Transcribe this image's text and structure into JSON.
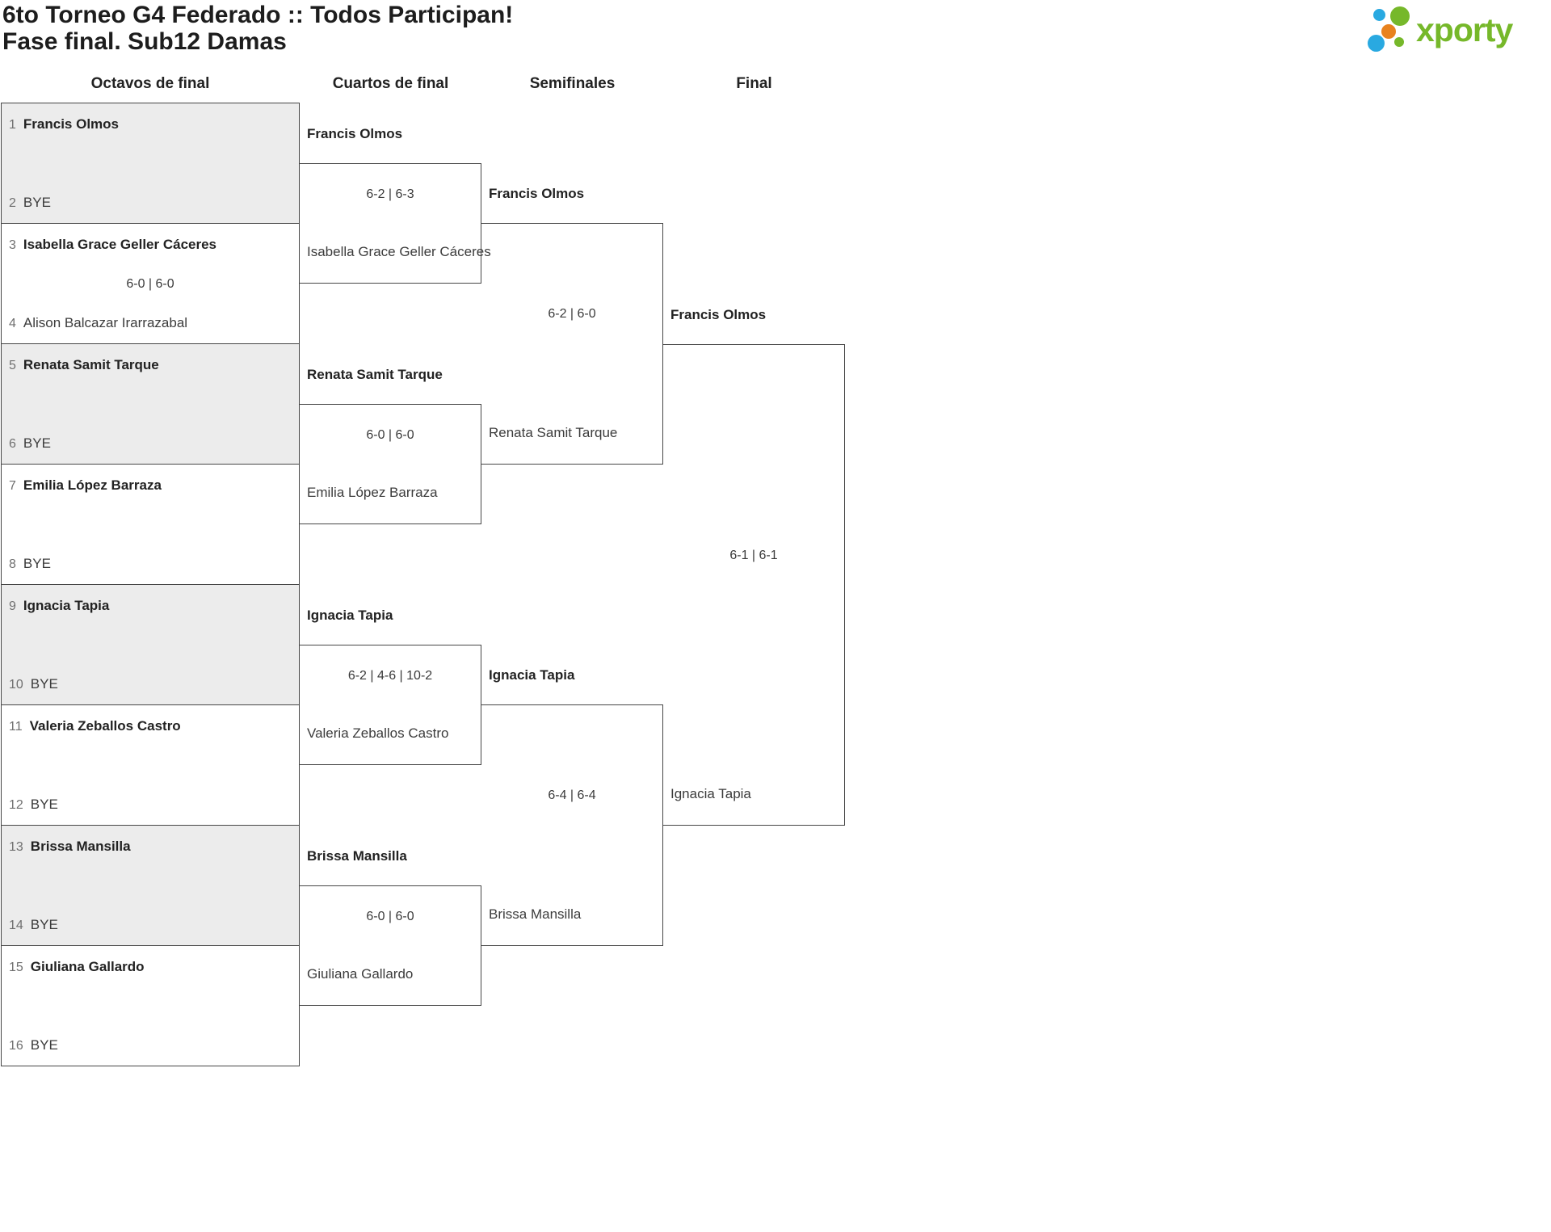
{
  "header": {
    "title_line1": "6to Torneo G4 Federado :: Todos Participan!",
    "title_line2": "Fase final. Sub12 Damas",
    "logo_text": "xporty"
  },
  "round_headers": [
    "Octavos de final",
    "Cuartos de final",
    "Semifinales",
    "Final"
  ],
  "colors": {
    "logo_green": "#76b82a",
    "logo_blue": "#29a9e1",
    "logo_orange": "#e8821e",
    "match_shade": "#ececec",
    "border": "#464646"
  },
  "r16": [
    {
      "top": {
        "seed": "1",
        "name": "Francis Olmos",
        "winner": true
      },
      "bottom": {
        "seed": "2",
        "name": "BYE",
        "winner": false
      },
      "score": ""
    },
    {
      "top": {
        "seed": "3",
        "name": "Isabella Grace Geller Cáceres",
        "winner": true
      },
      "bottom": {
        "seed": "4",
        "name": "Alison Balcazar Irarrazabal",
        "winner": false
      },
      "score": "6-0 | 6-0"
    },
    {
      "top": {
        "seed": "5",
        "name": "Renata Samit Tarque",
        "winner": true
      },
      "bottom": {
        "seed": "6",
        "name": "BYE",
        "winner": false
      },
      "score": ""
    },
    {
      "top": {
        "seed": "7",
        "name": "Emilia López Barraza",
        "winner": true
      },
      "bottom": {
        "seed": "8",
        "name": "BYE",
        "winner": false
      },
      "score": ""
    },
    {
      "top": {
        "seed": "9",
        "name": "Ignacia Tapia",
        "winner": true
      },
      "bottom": {
        "seed": "10",
        "name": "BYE",
        "winner": false
      },
      "score": ""
    },
    {
      "top": {
        "seed": "11",
        "name": "Valeria Zeballos Castro",
        "winner": true
      },
      "bottom": {
        "seed": "12",
        "name": "BYE",
        "winner": false
      },
      "score": ""
    },
    {
      "top": {
        "seed": "13",
        "name": "Brissa Mansilla",
        "winner": true
      },
      "bottom": {
        "seed": "14",
        "name": "BYE",
        "winner": false
      },
      "score": ""
    },
    {
      "top": {
        "seed": "15",
        "name": "Giuliana Gallardo",
        "winner": true
      },
      "bottom": {
        "seed": "16",
        "name": "BYE",
        "winner": false
      },
      "score": ""
    }
  ],
  "qf": [
    {
      "top": {
        "name": "Francis Olmos",
        "winner": true
      },
      "bottom": {
        "name": "Isabella Grace Geller Cáceres",
        "winner": false
      },
      "score": "6-2 | 6-3"
    },
    {
      "top": {
        "name": "Renata Samit Tarque",
        "winner": true
      },
      "bottom": {
        "name": "Emilia López Barraza",
        "winner": false
      },
      "score": "6-0 | 6-0"
    },
    {
      "top": {
        "name": "Ignacia Tapia",
        "winner": true
      },
      "bottom": {
        "name": "Valeria Zeballos Castro",
        "winner": false
      },
      "score": "6-2 | 4-6 | 10-2"
    },
    {
      "top": {
        "name": "Brissa Mansilla",
        "winner": true
      },
      "bottom": {
        "name": "Giuliana Gallardo",
        "winner": false
      },
      "score": "6-0 | 6-0"
    }
  ],
  "sf": [
    {
      "top": {
        "name": "Francis Olmos",
        "winner": true
      },
      "bottom": {
        "name": "Renata Samit Tarque",
        "winner": false
      },
      "score": "6-2 | 6-0"
    },
    {
      "top": {
        "name": "Ignacia Tapia",
        "winner": true
      },
      "bottom": {
        "name": "Brissa Mansilla",
        "winner": false
      },
      "score": "6-4 | 6-4"
    }
  ],
  "final": {
    "top": {
      "name": "Francis Olmos",
      "winner": true
    },
    "bottom": {
      "name": "Ignacia Tapia",
      "winner": false
    },
    "score": "6-1 | 6-1"
  }
}
